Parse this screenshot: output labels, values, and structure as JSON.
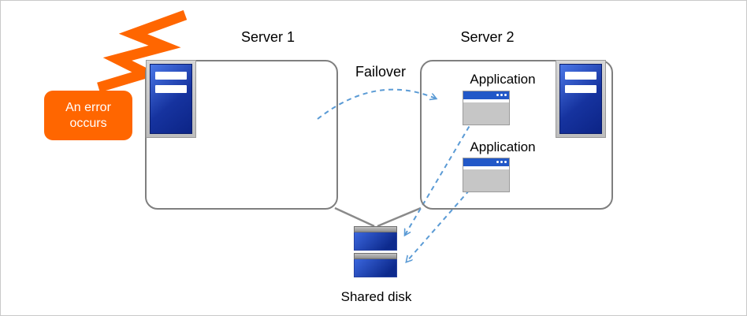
{
  "labels": {
    "server1": "Server 1",
    "server2": "Server 2",
    "failover": "Failover",
    "application1": "Application",
    "application2": "Application",
    "shared_disk": "Shared disk",
    "error": "An error occurs"
  },
  "colors": {
    "accent_orange": "#FF6600",
    "arrow_blue": "#5B9BD5",
    "server_blue_dark": "#0C2486",
    "server_blue_light": "#4A77E8",
    "box_border_grey": "#7F7F7F",
    "connector_grey": "#8A8A8A",
    "icon_grey": "#C6C6C6"
  }
}
